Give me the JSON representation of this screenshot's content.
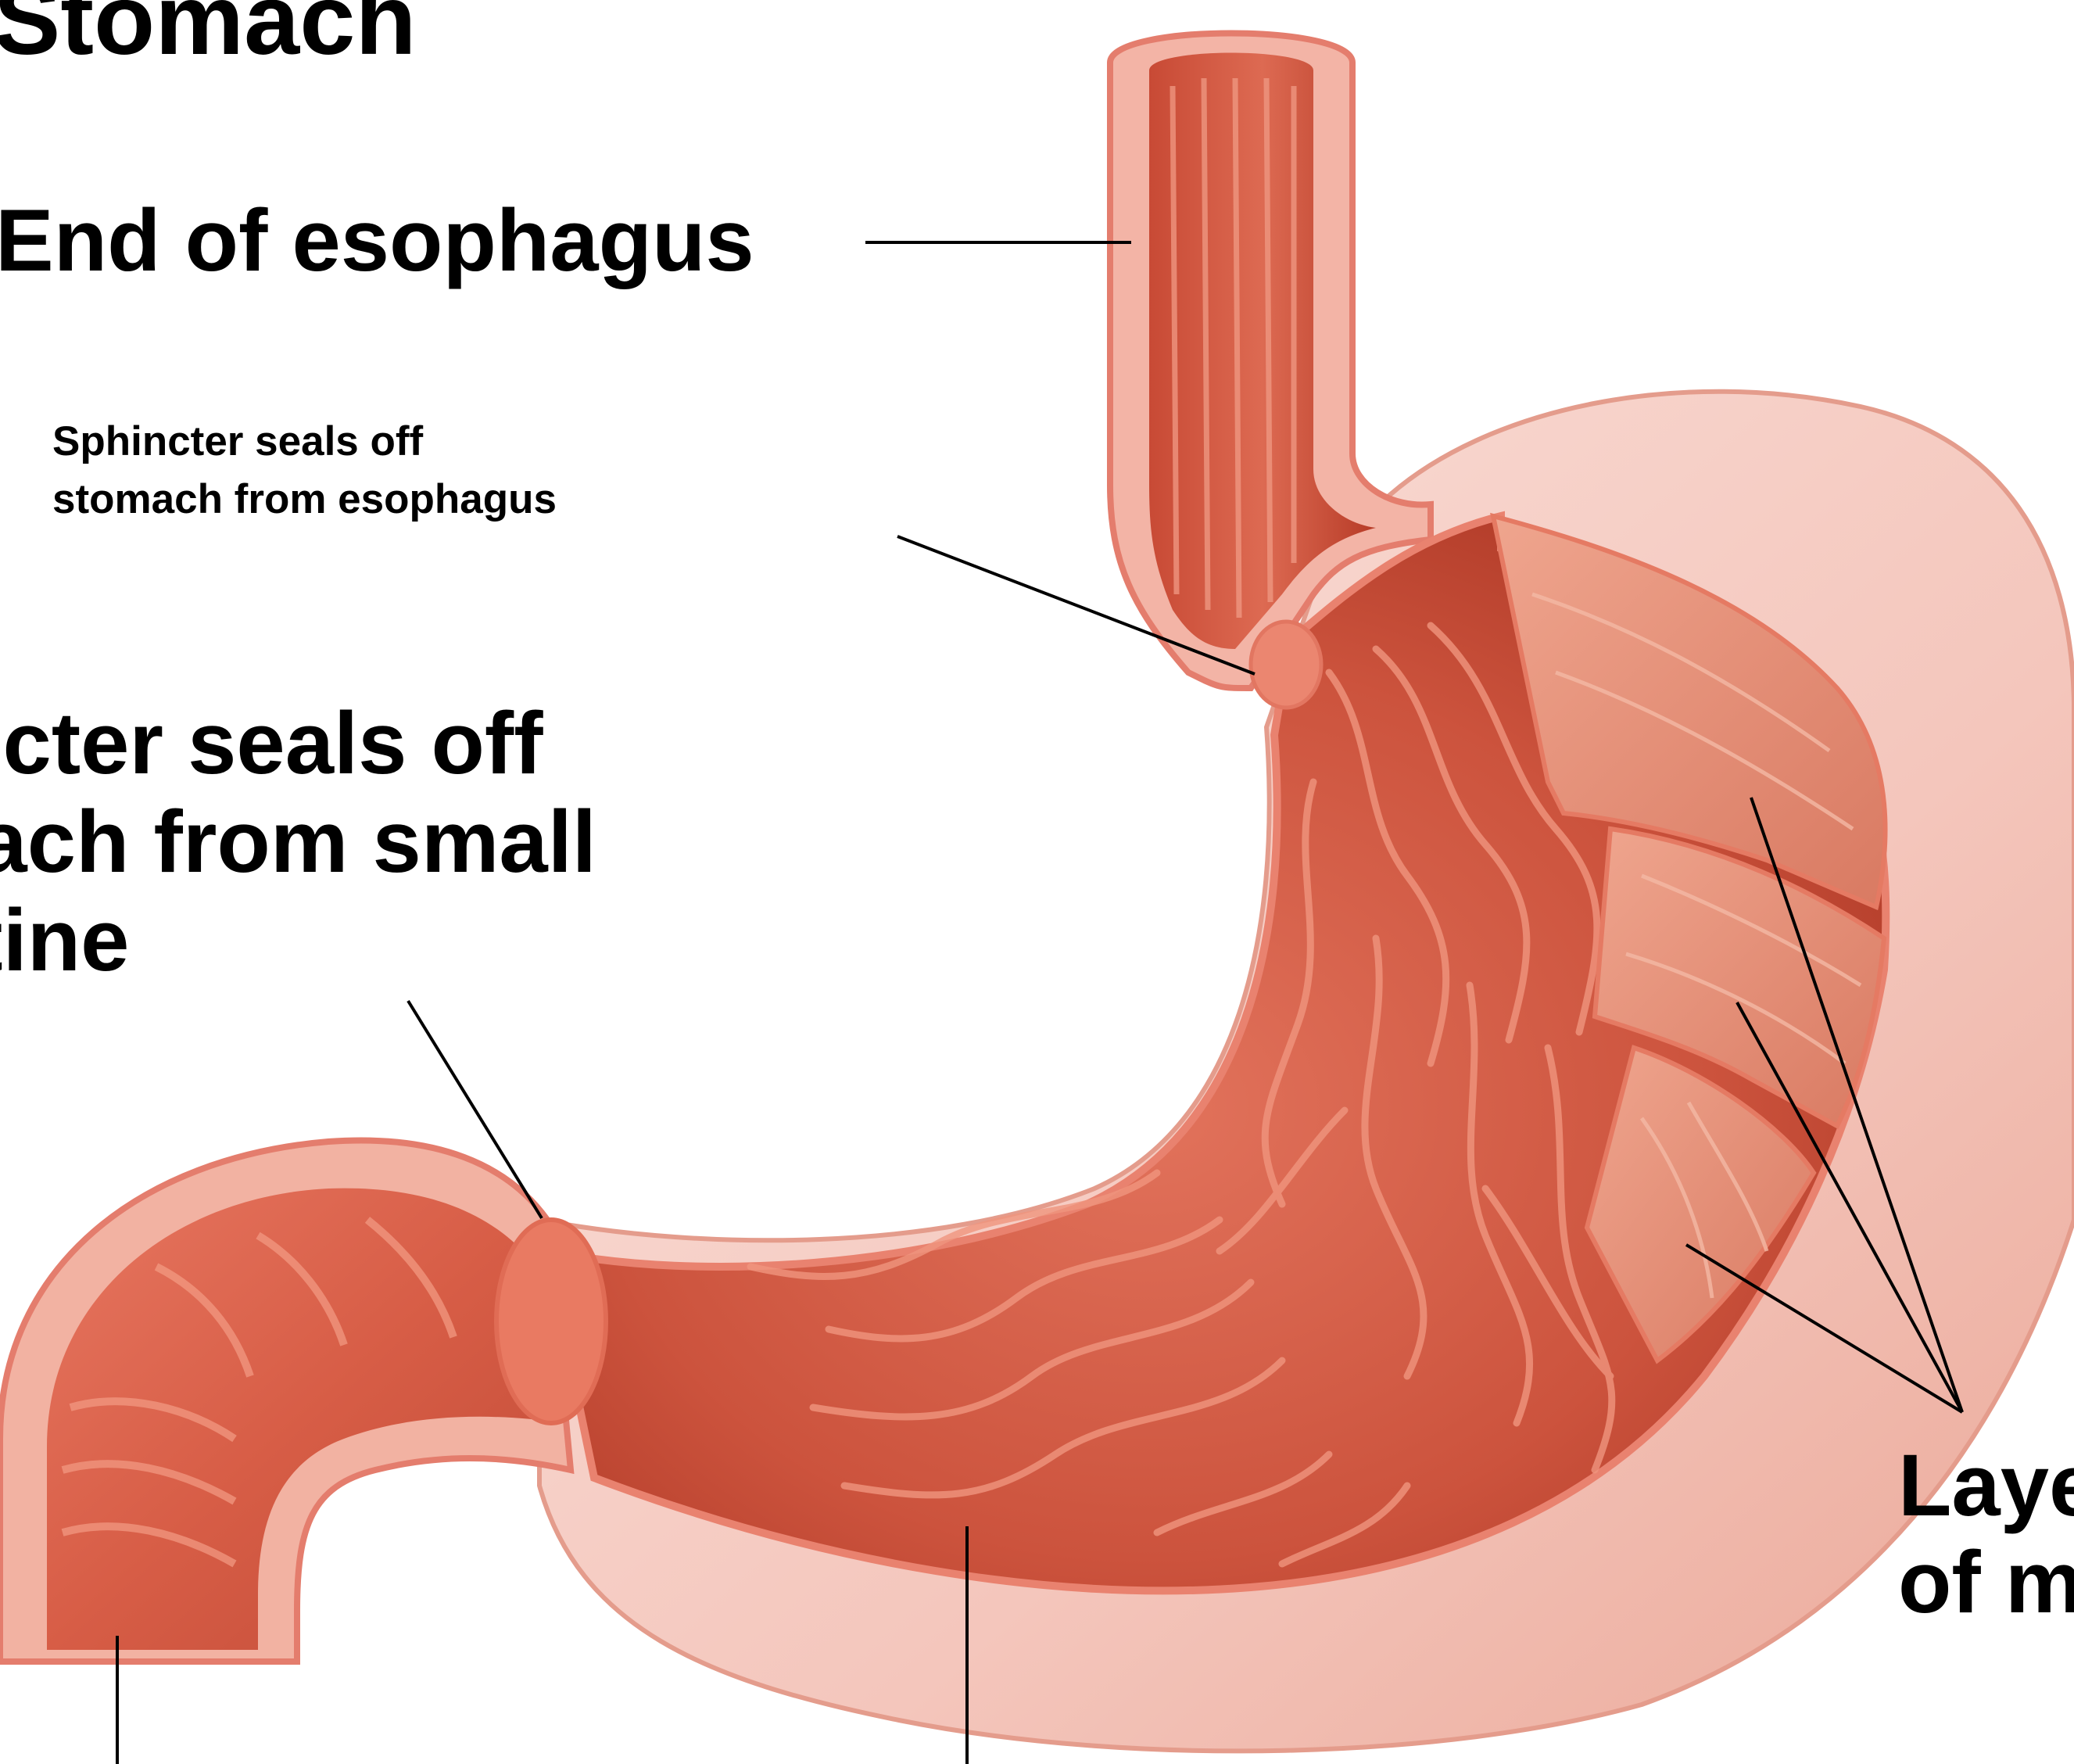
{
  "title": "Stomach",
  "labels": {
    "esophagus_end": "End of esophagus",
    "upper_sphincter": [
      "Sphincter seals off",
      "stomach from esophagus"
    ],
    "lower_sphincter": [
      "incter seals off",
      "nach from small",
      "stine"
    ],
    "muscle_layers": [
      "Laye",
      "of m"
    ]
  },
  "colors": {
    "background": "#ffffff",
    "outer_wall": "#f4c4bb",
    "wall_edge": "#e47d6d",
    "lining": "#cf5a45",
    "lining_dark": "#b83a27",
    "fold_highlight": "#f19b86",
    "muscle": "#e08c74",
    "leader_line": "#000000"
  }
}
